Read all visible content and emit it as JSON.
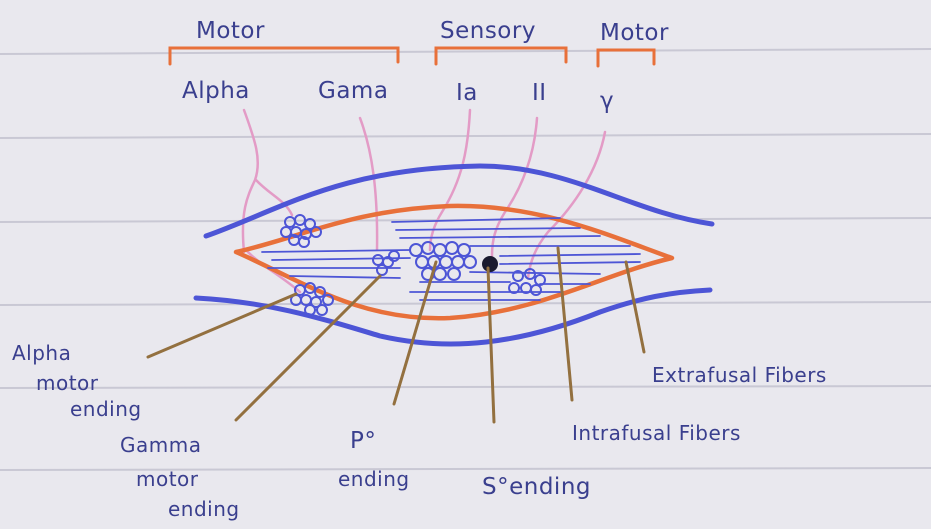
{
  "headers": {
    "motor_left": "Motor",
    "sensory": "Sensory",
    "motor_right": "Motor"
  },
  "nerve_labels": {
    "alpha": "Alpha",
    "gamma": "Gama",
    "ia": "Ia",
    "ii": "II",
    "gamma_symbol": "γ"
  },
  "callouts": {
    "alpha_motor_ending": [
      "Alpha",
      "motor",
      "ending"
    ],
    "gamma_motor_ending": [
      "Gamma",
      "motor",
      "ending"
    ],
    "primary_ending": [
      "P°",
      "ending"
    ],
    "secondary_ending": "S°ending",
    "intrafusal_fibers": "Intrafusal Fibers",
    "extrafusal_fibers": "Extrafusal Fibers"
  },
  "colors": {
    "ink_blue": "#3a3f8e",
    "orange": "#e8703a",
    "pink": "#e39bc6",
    "brown": "#93703f",
    "royal_blue": "#4d55d6",
    "paper": "#e9e8ee",
    "rule_line": "#c9c8d4"
  }
}
